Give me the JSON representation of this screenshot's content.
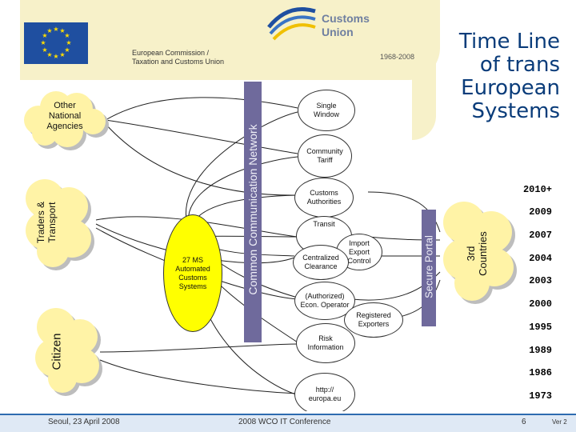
{
  "header": {
    "org_line1": "European Commission /",
    "org_line2": "Taxation and Customs Union",
    "logo_line1": "Customs",
    "logo_line2": "Union",
    "period": "1968-2008",
    "title": "Time Line\nof trans\nEuropean\nSystems"
  },
  "clouds": {
    "other_agencies": "Other\nNational\nAgencies",
    "traders": "Traders &\nTransport",
    "citizen": "Citizen",
    "third_countries": "3rd\nCountries"
  },
  "bars": {
    "ccn": "Common Communication Network",
    "secure_portal": "Secure Portal"
  },
  "ms_systems": "27 MS\nAutomated\nCustoms\nSystems",
  "nodes": {
    "single_window": "Single\nWindow",
    "community_tariff": "Community\nTariff",
    "customs_authorities": "Customs\nAuthorities",
    "transit": "Transit",
    "import_export": "Import\nExport\nControl",
    "centralized_clearance": "Centralized\nClearance",
    "authorized_operator": "(Authorized)\nEcon. Operator",
    "registered_exporters": "Registered\nExporters",
    "risk_information": "Risk\nInformation",
    "europa": "http://\neuropa.eu"
  },
  "years": [
    "2010+",
    "2009",
    "2007",
    "2004",
    "2003",
    "2000",
    "1995",
    "1989",
    "1986",
    "1973"
  ],
  "footer": {
    "location": "Seoul, 23 April 2008",
    "event": "2008 WCO IT Conference",
    "page": "6",
    "version": "Ver 2"
  },
  "colors": {
    "banner": "#f7f1c9",
    "cloud": "#fff3a6",
    "ms_oval": "#ffff00",
    "bar": "#6f6a9c",
    "footer_bar": "#2e6bb0",
    "eu_flag": "#1f4fa0",
    "title": "#0a3c7a"
  }
}
